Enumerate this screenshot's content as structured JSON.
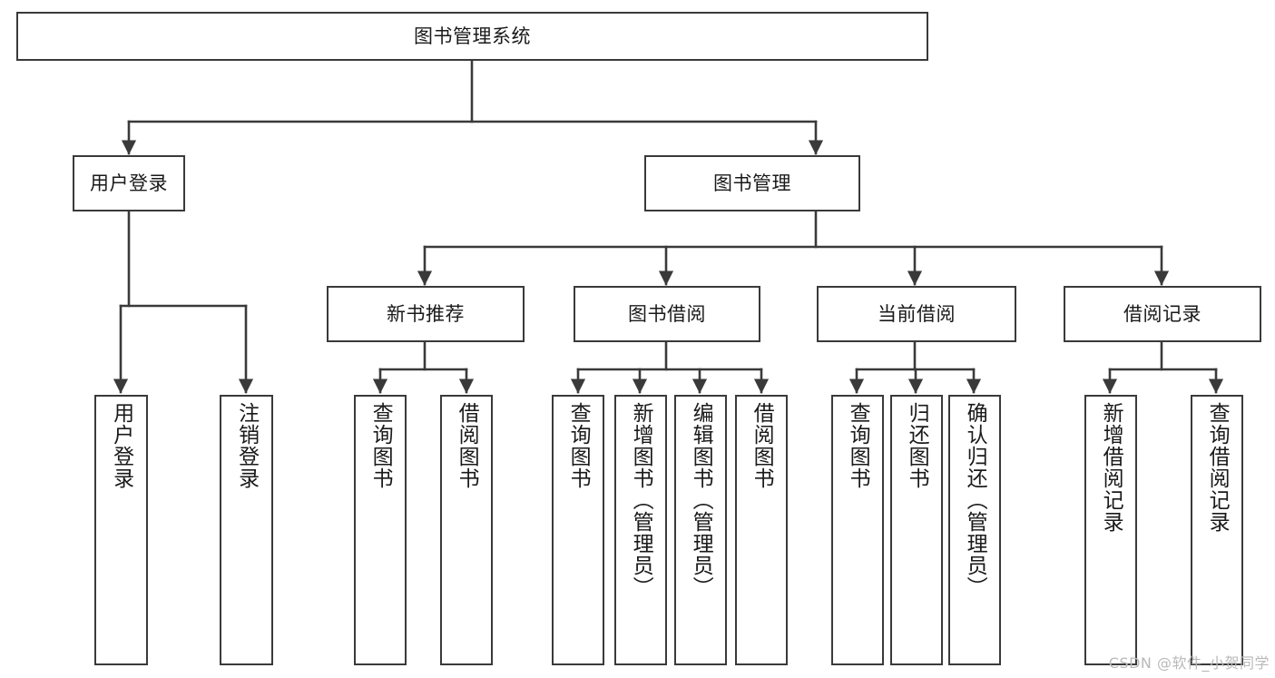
{
  "diagram": {
    "title": "图书管理系统",
    "type": "tree",
    "orientation": "top-down",
    "colors": {
      "background": "#ffffff",
      "box_border": "#3a3a3a",
      "box_fill": "#ffffff",
      "text": "#1a1a1a",
      "edge": "#3a3a3a",
      "watermark": "#b9b9b9"
    },
    "watermark": "CSDN @软件_小贺同学",
    "nodes": {
      "root": {
        "label": "图书管理系统"
      },
      "level1": [
        {
          "id": "user-login",
          "label": "用户登录"
        },
        {
          "id": "book-manage",
          "label": "图书管理"
        }
      ],
      "level2": [
        {
          "id": "new-book-recommend",
          "label": "新书推荐",
          "parent": "book-manage"
        },
        {
          "id": "book-borrow",
          "label": "图书借阅",
          "parent": "book-manage"
        },
        {
          "id": "current-borrow",
          "label": "当前借阅",
          "parent": "book-manage"
        },
        {
          "id": "borrow-record",
          "label": "借阅记录",
          "parent": "book-manage"
        }
      ],
      "leaves": [
        {
          "id": "leaf-user-login",
          "label": "用户登录",
          "parent": "user-login"
        },
        {
          "id": "leaf-user-logout",
          "label": "注销登录",
          "parent": "user-login"
        },
        {
          "id": "leaf-query-book-1",
          "label": "查询图书",
          "parent": "new-book-recommend"
        },
        {
          "id": "leaf-borrow-book-1",
          "label": "借阅图书",
          "parent": "new-book-recommend"
        },
        {
          "id": "leaf-query-book-2",
          "label": "查询图书",
          "parent": "book-borrow"
        },
        {
          "id": "leaf-add-book",
          "label": "新增图书（管理员）",
          "parent": "book-borrow"
        },
        {
          "id": "leaf-edit-book",
          "label": "编辑图书（管理员）",
          "parent": "book-borrow"
        },
        {
          "id": "leaf-borrow-book-2",
          "label": "借阅图书",
          "parent": "book-borrow"
        },
        {
          "id": "leaf-query-book-3",
          "label": "查询图书",
          "parent": "current-borrow"
        },
        {
          "id": "leaf-return-book",
          "label": "归还图书",
          "parent": "current-borrow"
        },
        {
          "id": "leaf-confirm-return",
          "label": "确认归还（管理员）",
          "parent": "current-borrow"
        },
        {
          "id": "leaf-add-record",
          "label": "新增借阅记录",
          "parent": "borrow-record"
        },
        {
          "id": "leaf-query-record",
          "label": "查询借阅记录",
          "parent": "borrow-record"
        }
      ]
    }
  }
}
